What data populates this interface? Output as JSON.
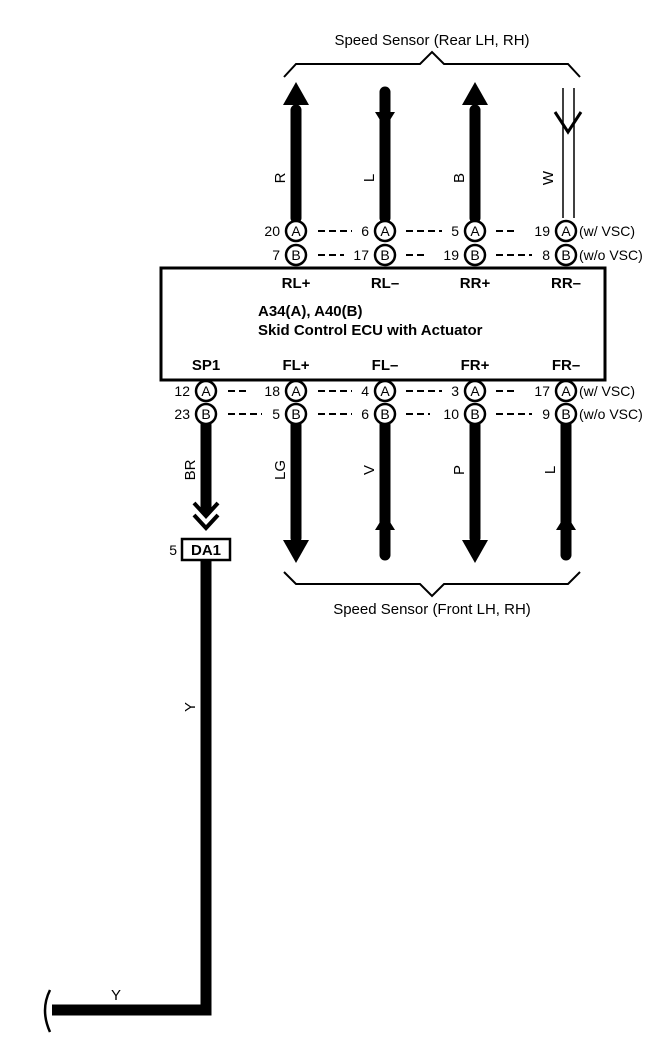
{
  "rear_sensor": {
    "label": "Speed Sensor (Rear LH,  RH)"
  },
  "front_sensor": {
    "label": "Speed Sensor (Front LH,  RH)"
  },
  "ecu": {
    "line1": "A34(A), A40(B)",
    "line2": "Skid Control ECU with Actuator",
    "top_terminals": [
      "RL+",
      "RL–",
      "RR+",
      "RR–"
    ],
    "bottom_terminals": [
      "SP1",
      "FL+",
      "FL–",
      "FR+",
      "FR–"
    ]
  },
  "connector_letters": {
    "a": "A",
    "b": "B"
  },
  "rear_pins": {
    "a": [
      "20",
      "6",
      "5",
      "19"
    ],
    "b": [
      "7",
      "17",
      "19",
      "8"
    ],
    "a_note": "(w/ VSC)",
    "b_note": "(w/o VSC)"
  },
  "front_pins": {
    "a": [
      "12",
      "18",
      "4",
      "3",
      "17"
    ],
    "b": [
      "23",
      "5",
      "6",
      "10",
      "9"
    ],
    "a_note": "(w/ VSC)",
    "b_note": "(w/o VSC)"
  },
  "rear_wire_colors": [
    "R",
    "L",
    "B",
    "W"
  ],
  "front_wire_colors": [
    "BR",
    "LG",
    "V",
    "P",
    "L"
  ],
  "junction": {
    "name": "DA1",
    "pin": "5"
  },
  "output_wire": {
    "vertical_color": "Y",
    "horizontal_color": "Y"
  }
}
